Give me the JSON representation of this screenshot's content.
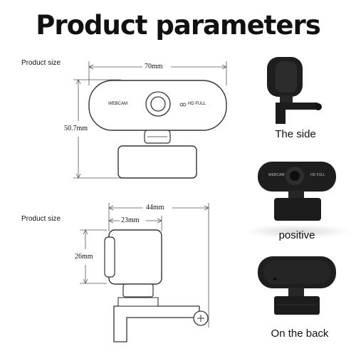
{
  "title": "Product parameters",
  "front_view": {
    "label": "Product size",
    "width_dim": "70mm",
    "height_dim": "50.7mm",
    "webcam_text": "WEBCAM",
    "hd_text": "HD FULL"
  },
  "side_view": {
    "label": "Product size",
    "overall_dim": "44mm",
    "body_dim": "23mm",
    "height_dim": "26mm"
  },
  "photos": [
    {
      "caption": "The side"
    },
    {
      "caption": "positive",
      "webcam_text": "WEBCAM",
      "hd_text": "HD FULL"
    },
    {
      "caption": "On the back"
    }
  ],
  "colors": {
    "line": "#333333",
    "camera_dark": "#1e1e1e",
    "background": "#ffffff"
  }
}
